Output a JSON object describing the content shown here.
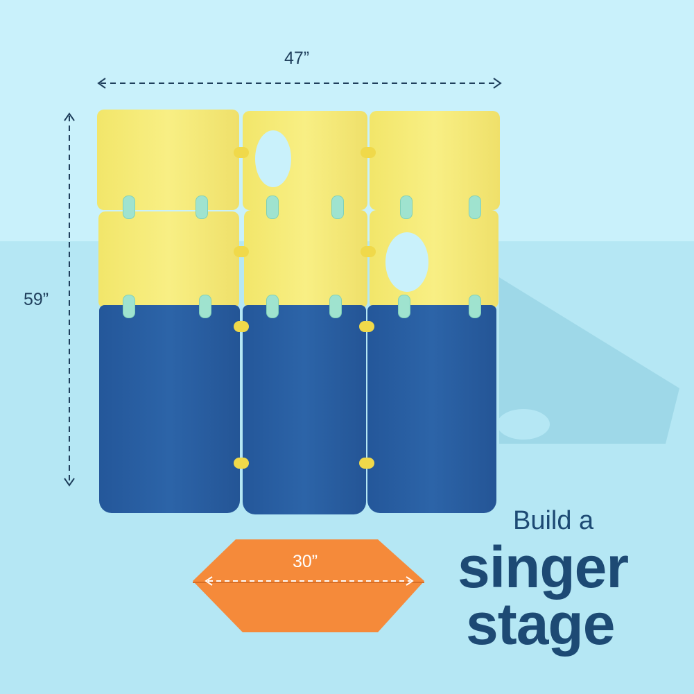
{
  "dimensions": {
    "width": "47”",
    "height": "59”",
    "mat": "30”"
  },
  "headline": {
    "line1": "Build a",
    "line2": "singer",
    "line3": "stage"
  },
  "colors": {
    "yellow": "#f5ea74",
    "blue": "#2a5f9f",
    "orange": "#f58a3a",
    "text": "#1d4a74"
  }
}
